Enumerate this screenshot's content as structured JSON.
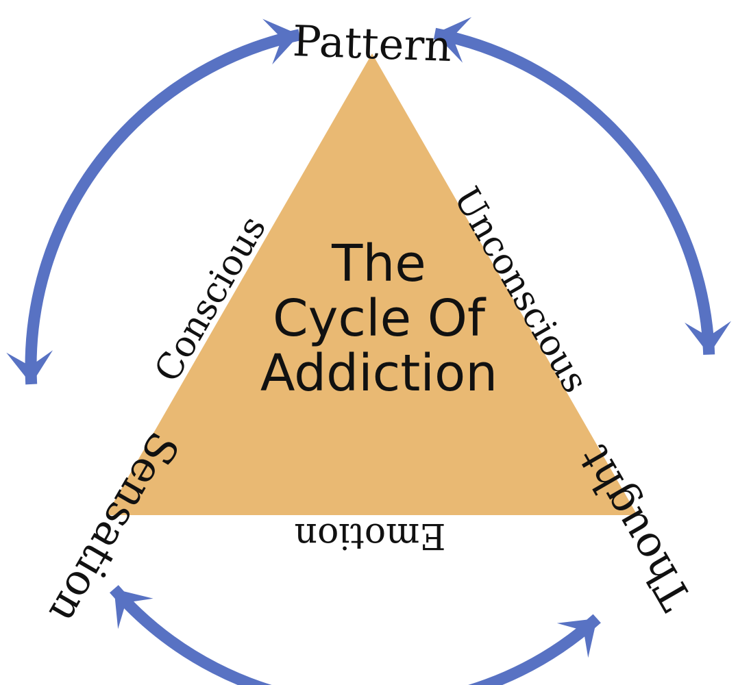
{
  "diagram": {
    "title_lines": [
      "The",
      "Cycle Of",
      "Addiction"
    ],
    "vertices": {
      "top": "Pattern",
      "right": "Thought",
      "left": "Sensation"
    },
    "edges": {
      "left": "Conscious",
      "right": "Unconscious",
      "bottom": "Emotion"
    }
  },
  "colors": {
    "triangle": "#E9B973",
    "arrows": "#5872C3",
    "text": "#111111"
  }
}
